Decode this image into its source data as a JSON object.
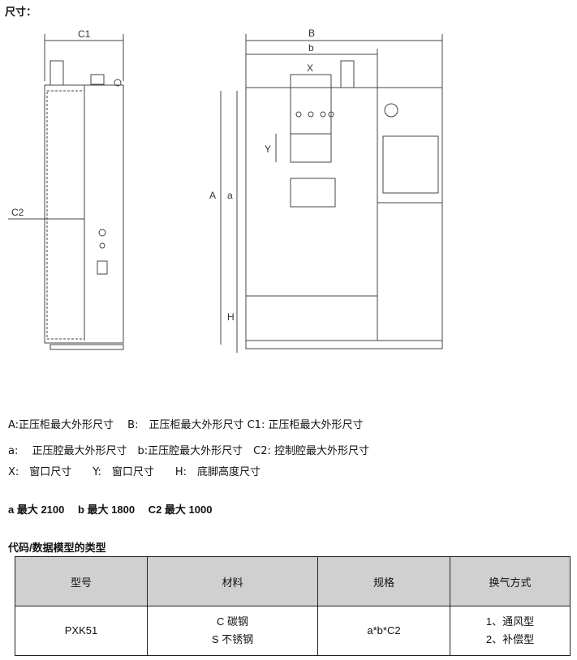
{
  "title": "尺寸：",
  "dims": {
    "C1": "C1",
    "C2": "C2",
    "B": "B",
    "b": "b",
    "X": "X",
    "Y": "Y",
    "A": "A",
    "a": "a",
    "H": "H"
  },
  "legend": [
    "A:正压柜最大外形尺寸　 B:　正压柜最大外形尺寸 C1: 正压柜最大外形尺寸",
    "a:　 正压腔最大外形尺寸　b:正压腔最大外形尺寸　C2: 控制腔最大外形尺寸",
    "X:　窗口尺寸　　Y:　窗口尺寸　　H:　底脚高度尺寸"
  ],
  "limits": "a 最大 2100　 b 最大 1800　 C2  最大 1000",
  "table_title": "代码/数据模型的类型",
  "table": {
    "headers": [
      "型号",
      "材料",
      "规格",
      "换气方式"
    ],
    "row": {
      "model": "PXK51",
      "material": [
        "C 碳钢",
        "S 不锈钢"
      ],
      "spec": "a*b*C2",
      "vent": [
        "1、通风型",
        "2、补偿型"
      ]
    }
  }
}
